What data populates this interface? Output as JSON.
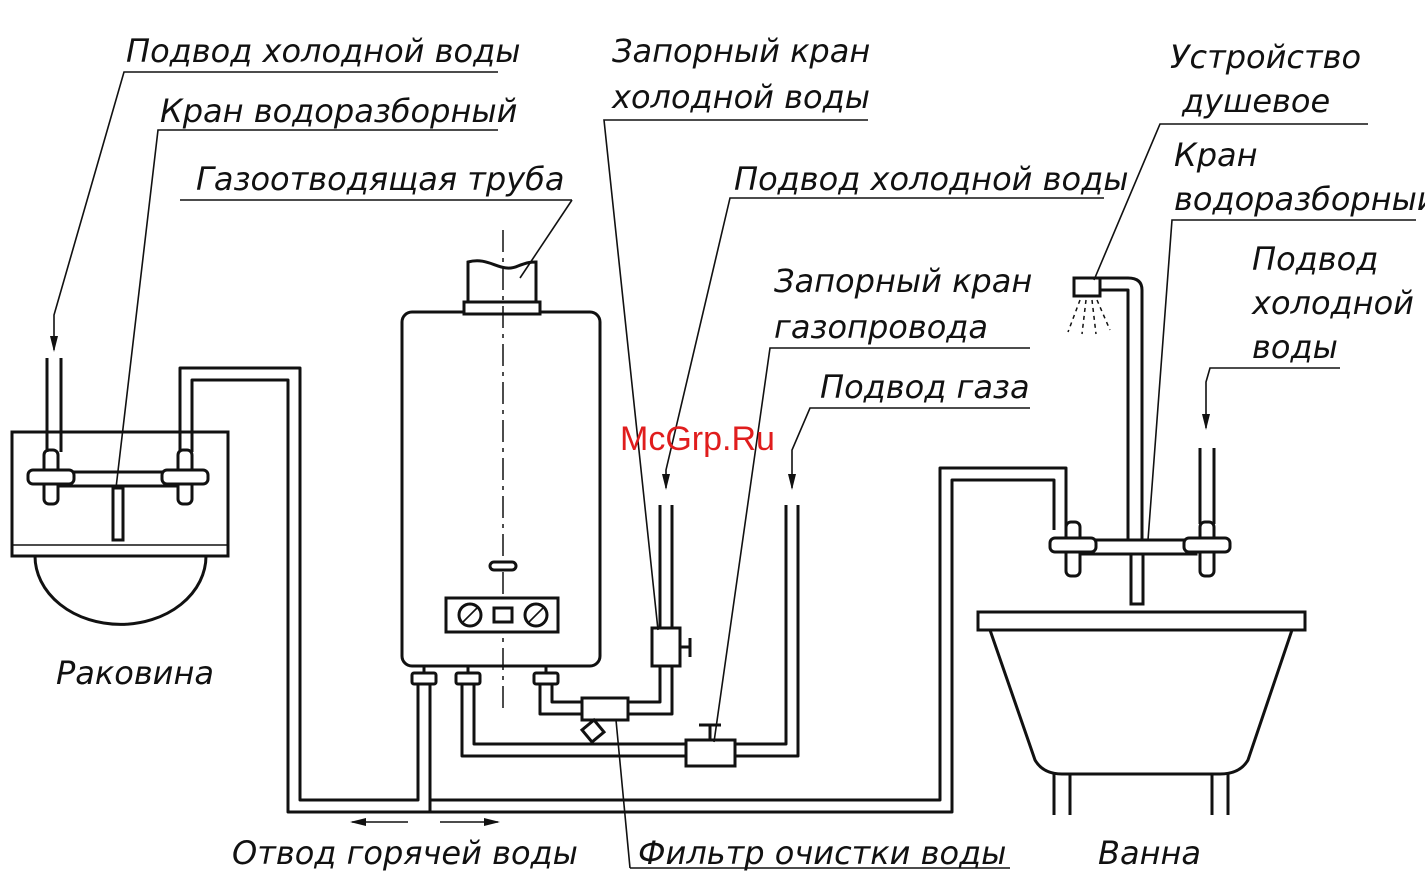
{
  "labels": {
    "sink_cold_supply": "Подвод холодной воды",
    "sink_tap": "Кран водоразборный",
    "flue_pipe": "Газоотводящая труба",
    "cold_valve_line1": "Запорный кран",
    "cold_valve_line2": "холодной воды",
    "heater_cold_supply": "Подвод холодной воды",
    "gas_valve_line1": "Запорный кран",
    "gas_valve_line2": "газопровода",
    "gas_supply": "Подвод газа",
    "shower_line1": "Устройство",
    "shower_line2": "душевое",
    "bath_tap_line1": "Кран",
    "bath_tap_line2": "водоразборный",
    "bath_cold_line1": "Подвод",
    "bath_cold_line2": "холодной",
    "bath_cold_line3": "воды",
    "sink": "Раковина",
    "hot_outlet": "Отвод горячей воды",
    "water_filter": "Фильтр очистки воды",
    "bath": "Ванна"
  },
  "watermark": "McGrp.Ru",
  "colors": {
    "line": "#111111",
    "watermark": "#e01d1d",
    "background": "#ffffff"
  }
}
